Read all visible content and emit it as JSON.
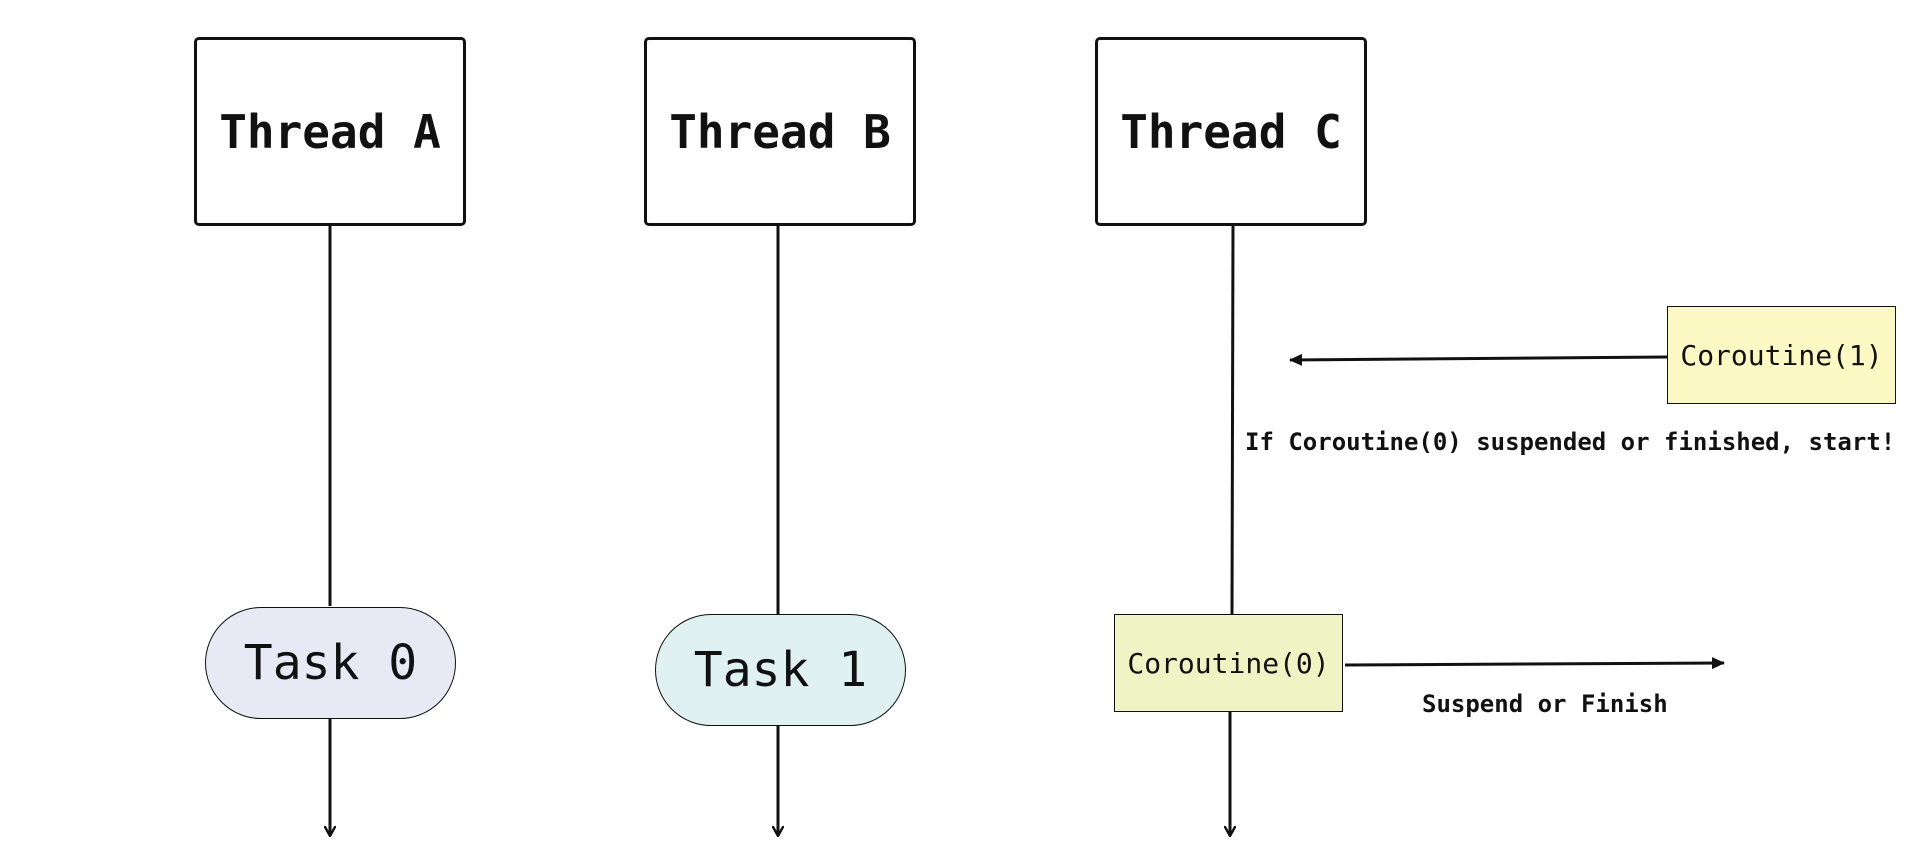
{
  "threads": [
    {
      "label": "Thread A",
      "task": "Task 0",
      "task_color": "#e8e9f5"
    },
    {
      "label": "Thread B",
      "task": "Task 1",
      "task_color": "#dff1f1"
    },
    {
      "label": "Thread C",
      "task": "Coroutine(0)",
      "task_color": "#f0f4c4"
    }
  ],
  "coroutine_incoming": {
    "label": "Coroutine(1)",
    "color": "#fdf9c4"
  },
  "annotations": {
    "start_condition": "If Coroutine(0) suspended or finished, start!",
    "suspend_or_finish": "Suspend or Finish"
  },
  "colors": {
    "stroke": "#111111",
    "background": "#ffffff"
  }
}
